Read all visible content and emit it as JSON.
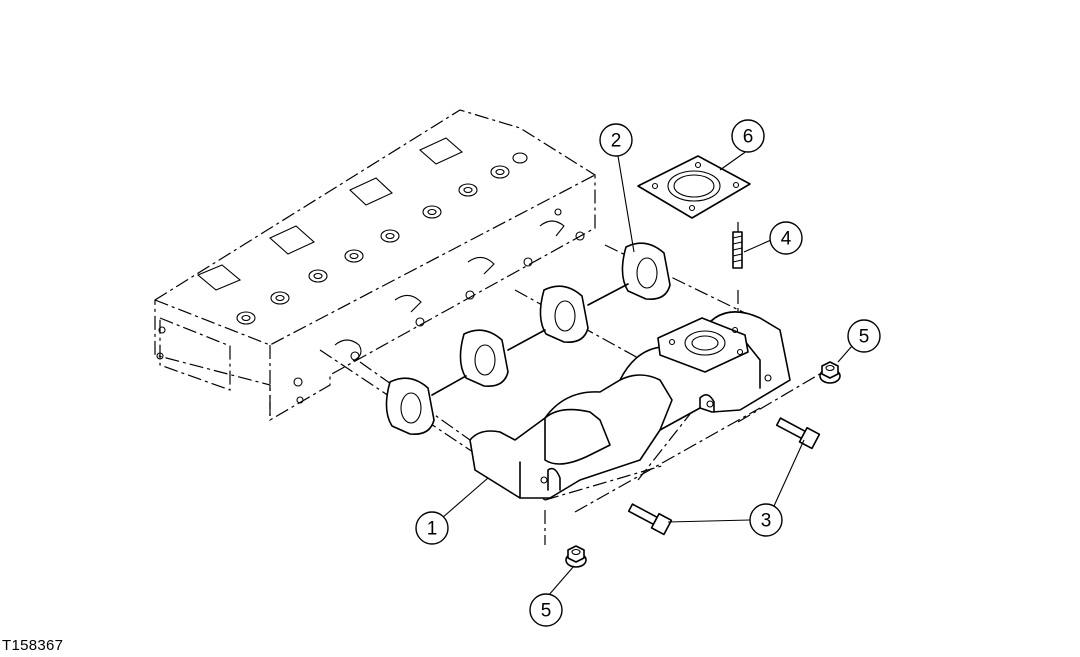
{
  "figure_id": "T158367",
  "callouts": [
    {
      "id": "callout-1",
      "label": "1"
    },
    {
      "id": "callout-2",
      "label": "2"
    },
    {
      "id": "callout-3",
      "label": "3"
    },
    {
      "id": "callout-4",
      "label": "4"
    },
    {
      "id": "callout-5a",
      "label": "5"
    },
    {
      "id": "callout-5b",
      "label": "5"
    },
    {
      "id": "callout-6",
      "label": "6"
    }
  ]
}
